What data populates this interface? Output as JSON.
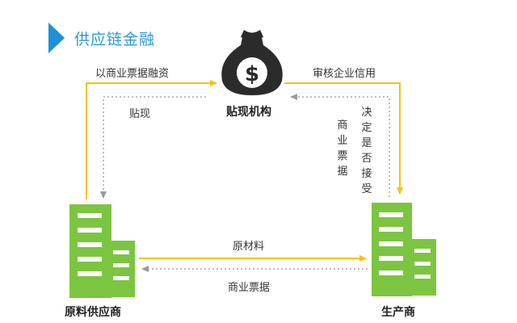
{
  "title": "供应链金融",
  "colors": {
    "accent": "#1f8fd8",
    "arrow": "#f2c40c",
    "building": "#7cc540",
    "building_dark": "#5aa62a",
    "bag": "#2b2b2b"
  },
  "nodes": {
    "bank": {
      "label": "贴现机构",
      "icon": "money-bag-icon",
      "symbol": "$"
    },
    "supplier": {
      "label": "原料供应商",
      "icon": "building-icon"
    },
    "producer": {
      "label": "生产商",
      "icon": "building-icon"
    }
  },
  "edges": {
    "financing": "以商业票据融资",
    "discount": "贴现",
    "credit_review": "审核企业信用",
    "decide_accept": "决定是否接受",
    "commercial_bill_vertical": "商业票据",
    "raw_material": "原材料",
    "commercial_bill": "商业票据"
  }
}
